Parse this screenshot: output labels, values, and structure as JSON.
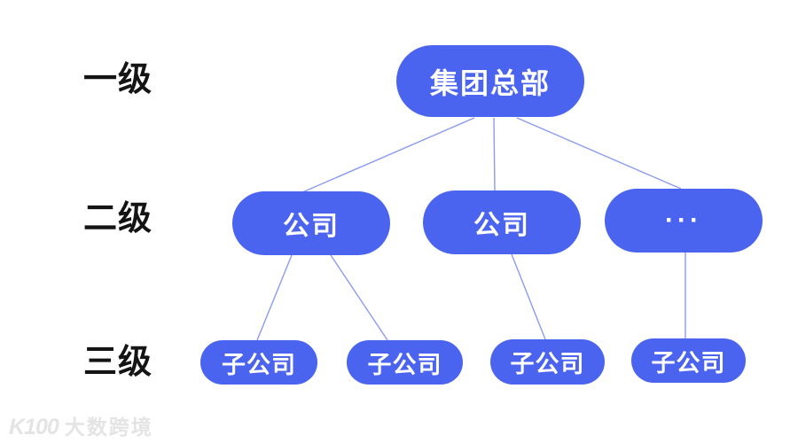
{
  "levels": [
    {
      "label": "一级"
    },
    {
      "label": "二级"
    },
    {
      "label": "三级"
    }
  ],
  "nodes": {
    "root": {
      "label": "集团总部"
    },
    "level2": [
      {
        "label": "公司"
      },
      {
        "label": "公司"
      },
      {
        "label": "···"
      }
    ],
    "level3": [
      {
        "label": "子公司"
      },
      {
        "label": "子公司"
      },
      {
        "label": "子公司"
      },
      {
        "label": "子公司"
      }
    ]
  },
  "watermark": {
    "logo": "K100",
    "brand": "大数跨境"
  },
  "colors": {
    "node-fill": "#4b64f0",
    "node-text": "#ffffff",
    "connector": "#8b9bf0",
    "label-text": "#141414",
    "watermark": "#e4e4e4",
    "background": "#ffffff"
  }
}
